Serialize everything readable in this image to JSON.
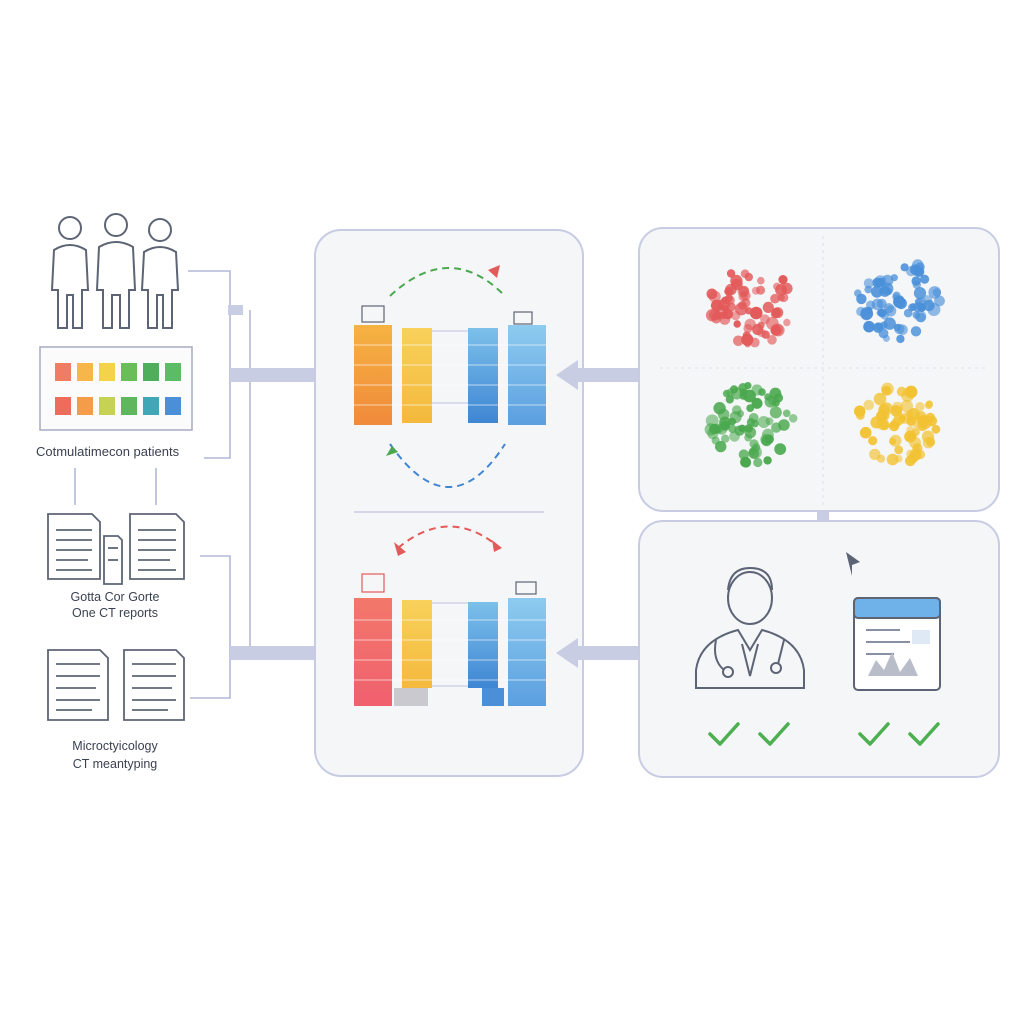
{
  "labels": {
    "patients": "Cotmulatimecon patients",
    "reports_line1": "Gotta Cor Gorte",
    "reports_line2": "One CT reports",
    "micro_line1": "Microctyicology",
    "micro_line2": "CT meantyping"
  },
  "colors": {
    "line": "#b3b8d6",
    "arrow": "#c9cde3",
    "panel_border": "#c7cce3",
    "panel_fill": "#f5f6f8",
    "icon_stroke": "#5d6475",
    "cluster_red": "#e35a5a",
    "cluster_blue": "#4a90d9",
    "cluster_green": "#4aa84e",
    "cluster_yellow": "#f2c232",
    "check": "#4caf50"
  },
  "icons": [
    "person-icon",
    "heatmap-icon",
    "document-icon",
    "doctor-icon",
    "report-window-icon",
    "checkmark-icon",
    "cycle-arrow-icon"
  ]
}
